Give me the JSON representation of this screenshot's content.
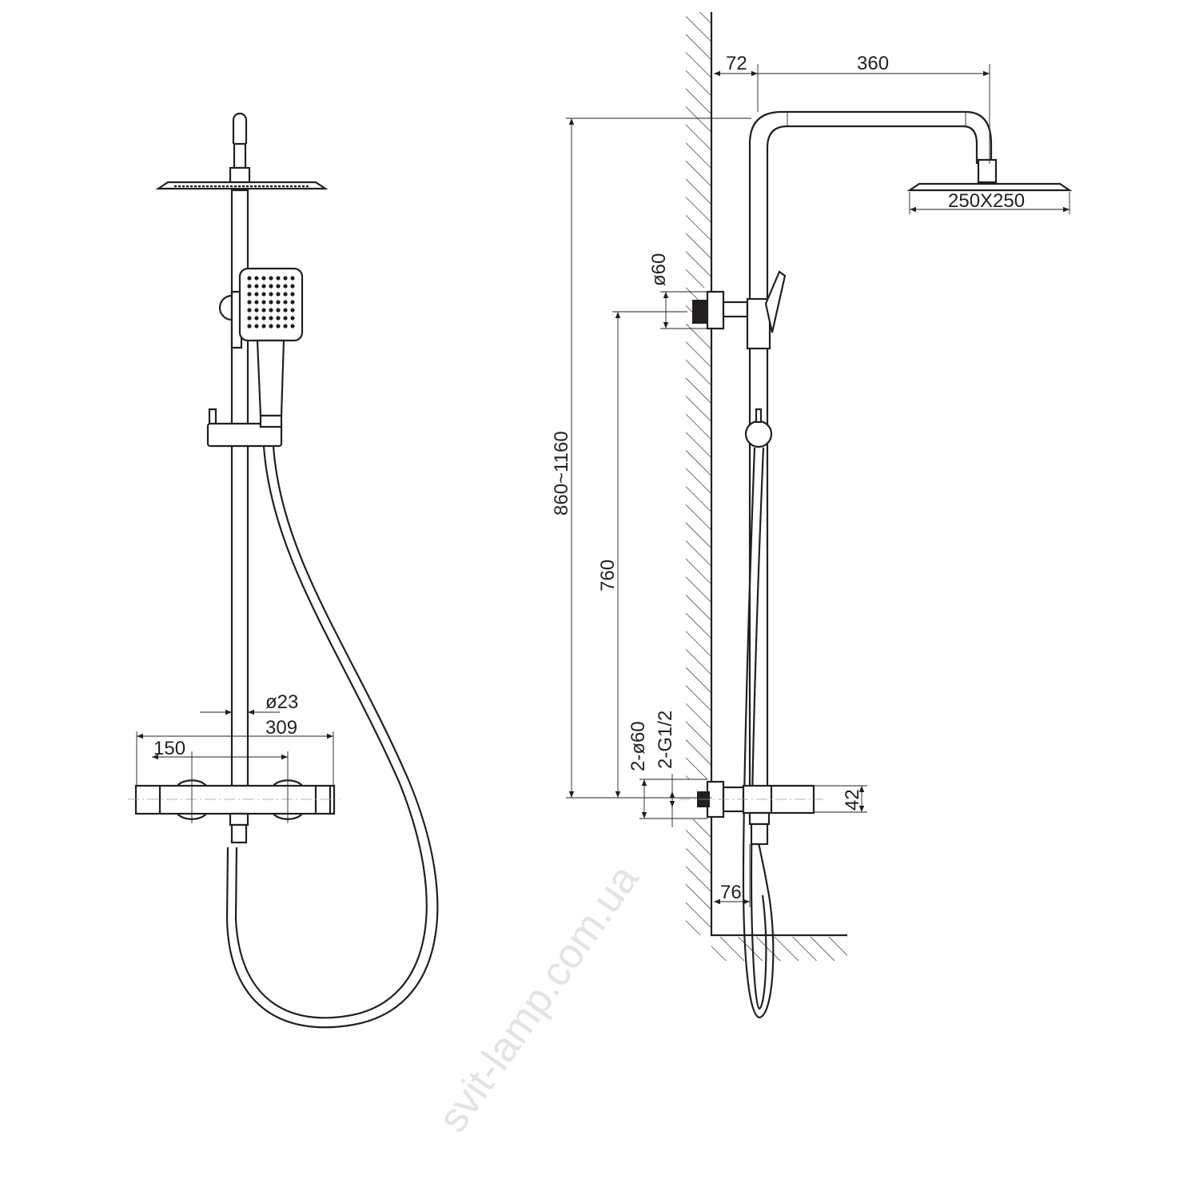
{
  "front_view": {
    "dim_pipe_diameter": "ø23",
    "dim_overall_width": "309",
    "dim_inlet_spacing": "150"
  },
  "side_view": {
    "dim_wall_offset": "72",
    "dim_arm_length": "360",
    "dim_head_size": "250X250",
    "dim_bracket_diameter": "ø60",
    "dim_height_range": "860~1160",
    "dim_bracket_height": "760",
    "dim_inlet_covers": "2-ø60",
    "dim_inlet_thread": "2-G1/2",
    "dim_mixer_height": "42",
    "dim_mixer_offset": "76"
  },
  "watermark": "svit-lamp.com.ua"
}
